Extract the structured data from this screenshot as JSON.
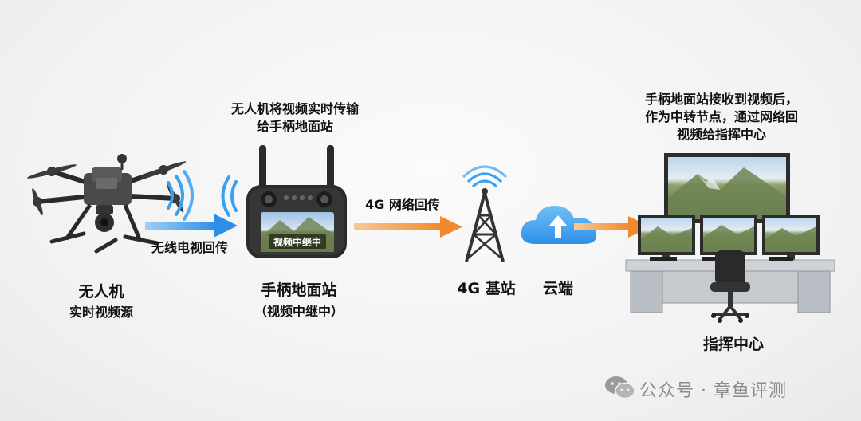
{
  "drone": {
    "name": "无人机",
    "role": "实时视频源"
  },
  "link_wireless": "无线电视回传",
  "caption_relay": [
    "无人机将视频实时传输",
    "给手柄地面站"
  ],
  "controller": {
    "name": "手柄地面站",
    "status": "（视频中继中）",
    "screen_text": "视频中继中"
  },
  "link_4g": "4G 网络回传",
  "base_station": "4G 基站",
  "cloud": "云端",
  "caption_center": [
    "手柄地面站接收到视频后，",
    "作为中转节点，通过网络回",
    "视频给指挥中心"
  ],
  "command_center": "指挥中心",
  "watermark": "公众号 · 章鱼评测",
  "colors": {
    "blue_arrow": "#2f8fe6",
    "orange_arrow": "#f08a2c",
    "signal_blue": "#3aa0f0"
  }
}
